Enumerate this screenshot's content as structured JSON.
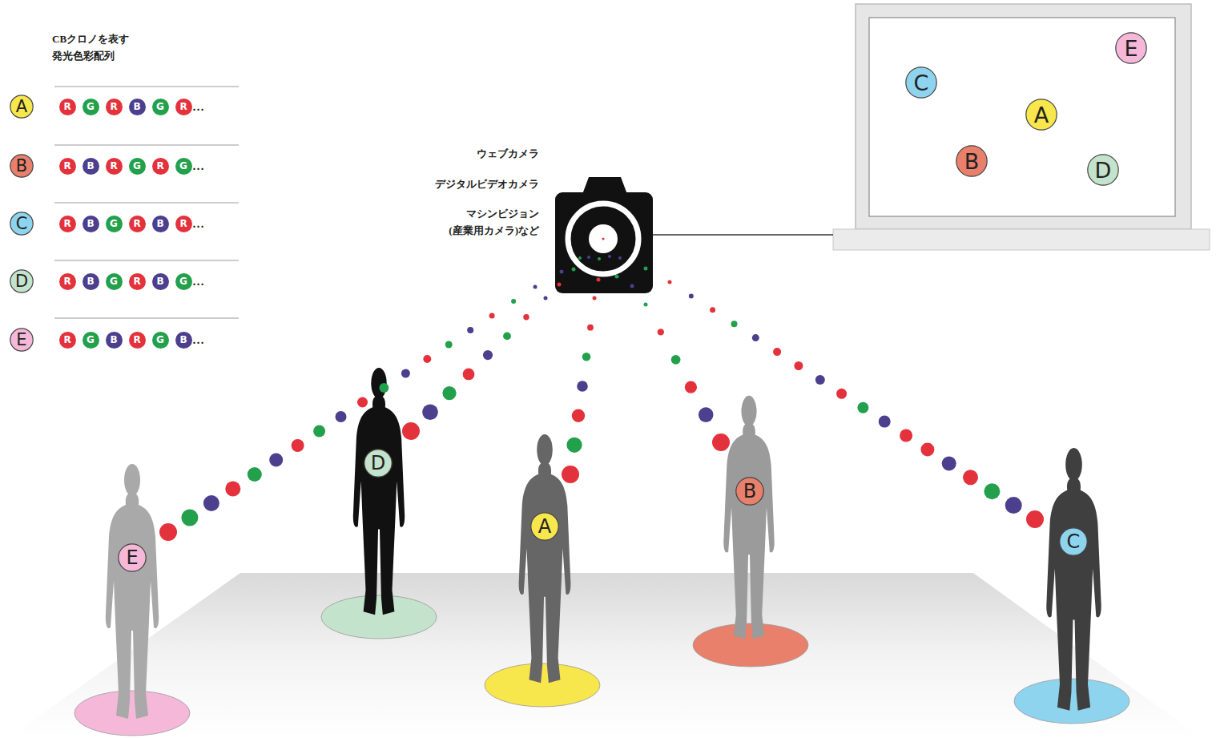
{
  "diagram": {
    "nodes": [
      {
        "text": [
          "A"
        ]
      },
      {
        "text": [
          "R"
        ]
      },
      {
        "text": [
          "G"
        ]
      },
      {
        "text": [
          "R"
        ]
      },
      {
        "text": [
          "B"
        ]
      },
      {
        "text": [
          "G"
        ]
      },
      {
        "text": [
          "R"
        ]
      },
      {
        "text": [
          "B"
        ]
      },
      {
        "text": [
          "R"
        ]
      },
      {
        "text": [
          "B"
        ]
      },
      {
        "text": [
          "R"
        ]
      },
      {
        "text": [
          "G"
        ]
      },
      {
        "text": [
          "R"
        ]
      },
      {
        "text": [
          "G"
        ]
      },
      {
        "text": [
          "C"
        ]
      },
      {
        "text": [
          "R"
        ]
      },
      {
        "text": [
          "B"
        ]
      },
      {
        "text": [
          "G"
        ]
      },
      {
        "text": [
          "R"
        ]
      },
      {
        "text": [
          "B"
        ]
      },
      {
        "text": [
          "R"
        ]
      },
      {
        "text": [
          "D"
        ]
      },
      {
        "text": [
          "R"
        ]
      },
      {
        "text": [
          "B"
        ]
      },
      {
        "text": [
          "G"
        ]
      },
      {
        "text": [
          "R"
        ]
      },
      {
        "text": [
          "B"
        ]
      },
      {
        "text": [
          "G"
        ]
      },
      {
        "text": [
          "E"
        ]
      },
      {
        "text": [
          "R"
        ]
      },
      {
        "text": [
          "G"
        ]
      },
      {
        "text": [
          "B"
        ]
      },
      {
        "text": [
          "R"
        ]
      },
      {
        "text": [
          "G"
        ]
      },
      {
        "text": [
          "B"
        ]
      },
      {
        "text": [
          "E"
        ]
      },
      {
        "text": [
          "C"
        ]
      },
      {
        "text": [
          "A"
        ]
      },
      {
        "text": [
          "B"
        ]
      },
      {
        "text": [
          "D"
        ]
      },
      {
        "text": [
          "E"
        ]
      },
      {
        "text": [
          "D"
        ]
      },
      {
        "text": [
          "A"
        ]
      },
      {
        "text": [
          "B"
        ]
      },
      {
        "text": [
          "C"
        ]
      }
    ],
    "labels": [
      "CBクロノを表す 発光色彩配列",
      "…",
      "…",
      "…",
      "…",
      "…",
      "ウェブカメラ",
      "デジタルビデオカメラ",
      "マシンビジョン (産業用カメラ)など"
    ]
  }
}
